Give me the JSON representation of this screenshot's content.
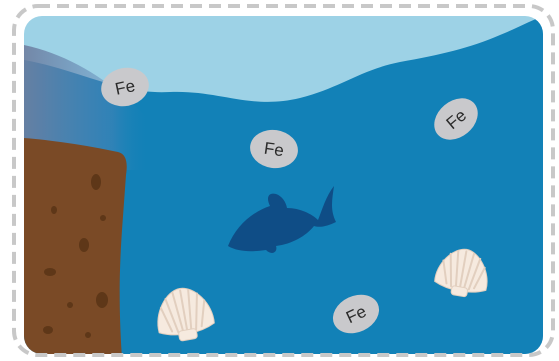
{
  "scene": {
    "colors": {
      "frame_dash": "#c8c8c8",
      "sky": "#9dd2e6",
      "water": "#1281b7",
      "water_shallow": "#5aa8d2",
      "cliff": "#7a4a26",
      "cliff_dark": "#5e3718",
      "fish": "#0f4d86",
      "fe_token": "#c9c9cc",
      "fe_text": "#2b2b2b",
      "shell": "#f6eadf",
      "shell_line": "#e2cfbf"
    },
    "fe_labels": [
      {
        "text": "Fe",
        "icon": "iron-token-icon"
      },
      {
        "text": "Fe",
        "icon": "iron-token-icon"
      },
      {
        "text": "Fe",
        "icon": "iron-token-icon"
      },
      {
        "text": "Fe",
        "icon": "iron-token-icon"
      }
    ],
    "icons": [
      "fish-icon",
      "shell-icon",
      "shell-icon",
      "cliff-icon"
    ]
  }
}
